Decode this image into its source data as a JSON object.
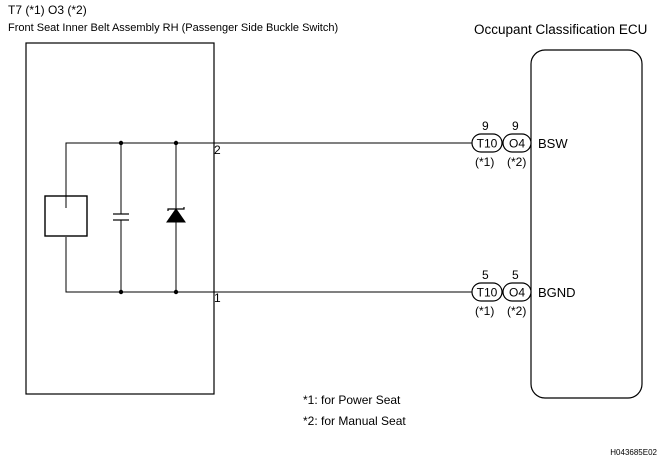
{
  "header": {
    "connector_codes": "T7 (*1) O3 (*2)",
    "component_name": "Front Seat Inner Belt Assembly RH (Passenger Side Buckle Switch)",
    "ecu_name": "Occupant Classification ECU"
  },
  "switch": {
    "pin_top": "2",
    "pin_bottom": "1"
  },
  "wires": [
    {
      "pin_left": "9",
      "pin_right": "9",
      "connector_left": "T10",
      "connector_right": "O4",
      "note_left": "(*1)",
      "note_right": "(*2)",
      "terminal": "BSW"
    },
    {
      "pin_left": "5",
      "pin_right": "5",
      "connector_left": "T10",
      "connector_right": "O4",
      "note_left": "(*1)",
      "note_right": "(*2)",
      "terminal": "BGND"
    }
  ],
  "notes": [
    "*1: for Power Seat",
    "*2: for Manual Seat"
  ],
  "figure_code": "H043685E02",
  "colors": {
    "line": "#000000",
    "background": "#ffffff"
  }
}
